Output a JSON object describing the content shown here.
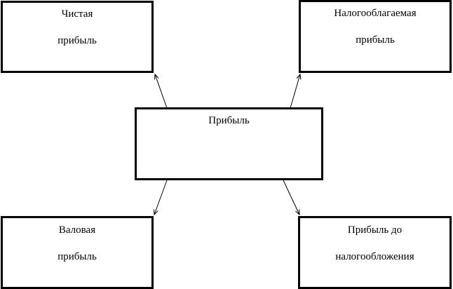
{
  "diagram": {
    "center": {
      "label": "Прибыль"
    },
    "top_left": {
      "line1": "Чистая",
      "line2": "прибыль"
    },
    "top_right": {
      "line1": "Налогооблагаемая",
      "line2": "прибыль"
    },
    "bottom_left": {
      "line1": "Валовая",
      "line2": "прибыль"
    },
    "bottom_right": {
      "line1": "Прибыль до",
      "line2": "налогообложения"
    }
  }
}
